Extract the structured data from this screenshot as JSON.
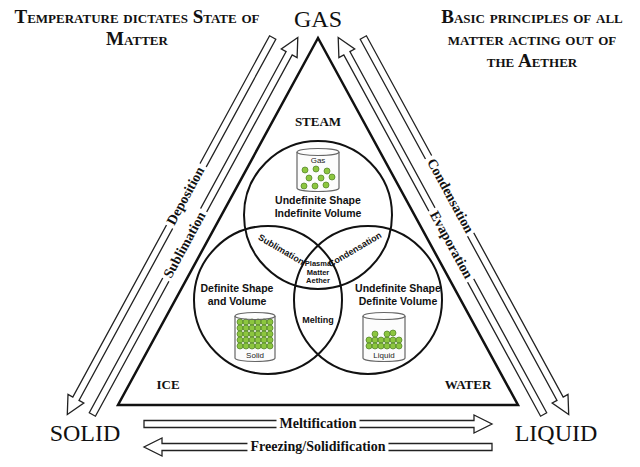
{
  "diagram": {
    "title": "Temperature dictates State of Matter",
    "nodes": [
      {
        "text": [
          "GAS"
        ]
      },
      {
        "text": [
          "STEAM",
          "ICE",
          "WATER"
        ]
      },
      {
        "text": [
          "Undefinite Shape Indefinite Volume"
        ],
        "in": 1
      },
      {
        "text": [
          "Gas"
        ],
        "in": 2
      },
      {
        "text": [
          "Definite Shape and Volume"
        ],
        "in": 1
      },
      {
        "text": [
          "Solid"
        ],
        "in": 4
      },
      {
        "text": [
          "Undefinite Shape Definite Volume"
        ],
        "in": 1
      },
      {
        "text": [
          "Liquid"
        ],
        "in": 6
      },
      {
        "text": [
          "SOLID"
        ]
      },
      {
        "text": [
          "LIQUID"
        ]
      }
    ],
    "edges": [
      {
        "from": 0,
        "to": 8,
        "label": "Deposition",
        "arrow": "to"
      },
      {
        "from": 8,
        "to": 0,
        "label": "Sublimation",
        "arrow": "to"
      },
      {
        "from": 0,
        "to": 9,
        "label": "Condensation",
        "arrow": "to"
      },
      {
        "from": 9,
        "to": 0,
        "label": "Evaporation",
        "arrow": "to"
      },
      {
        "from": 8,
        "to": 9,
        "label": "Meltification",
        "arrow": "to"
      },
      {
        "from": 9,
        "to": 8,
        "label": "Freezing/Solidification",
        "arrow": "to"
      }
    ],
    "labels": [
      "Basic principles of all matter acting out of the Aether",
      "Sublimation",
      "Condensation",
      "Plasma Matter Aether",
      "Melting"
    ]
  }
}
